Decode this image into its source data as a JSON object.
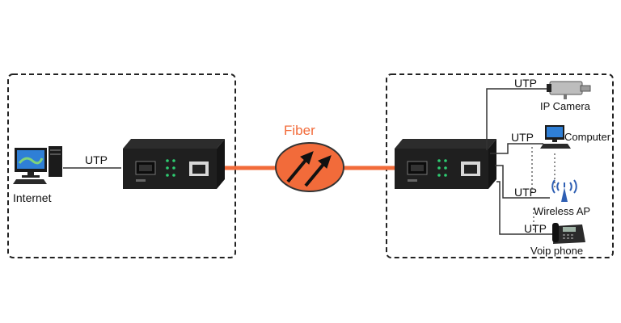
{
  "left": {
    "internet_label": "Internet",
    "utp_label": "UTP"
  },
  "link": {
    "fiber_label": "Fiber",
    "fiber_color": "#f26b3a"
  },
  "right": {
    "devices": [
      {
        "utp_label": "UTP",
        "label": "IP Camera"
      },
      {
        "utp_label": "UTP",
        "label": "Computer"
      },
      {
        "utp_label": "UTP",
        "label": "Wireless AP"
      },
      {
        "utp_label": "UTP",
        "label": "Voip phone"
      }
    ]
  },
  "icons": {
    "converter": "media-converter-icon",
    "pc": "desktop-computer-icon",
    "camera": "ip-camera-icon",
    "ap": "wireless-ap-icon",
    "phone": "voip-phone-icon"
  }
}
